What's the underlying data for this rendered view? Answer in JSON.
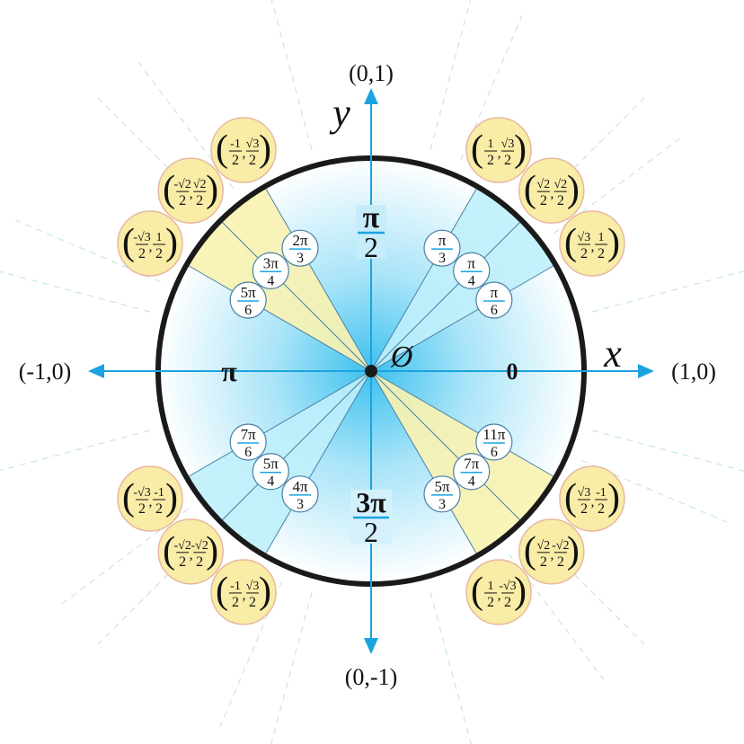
{
  "colors": {
    "axis": "#1aa3e0",
    "circle": "#1a1a1a",
    "cyan_wedge": "#bff0fb",
    "yellow_wedge": "#faf3b0",
    "coord_fill": "#f8eca6",
    "coord_stroke": "#e8b8a0",
    "angle_stroke": "#4a7fa8",
    "fraction_bar": "#1aa3e0"
  },
  "axes": {
    "x_label": "x",
    "y_label": "y",
    "pos_x_point": "(1,0)",
    "neg_x_point": "(-1,0)",
    "pos_y_point": "(0,1)",
    "neg_y_point": "(0,-1)",
    "origin_label": "Ø"
  },
  "axis_angles": {
    "zero": "0",
    "pi": "π",
    "half_pi": {
      "num": "π",
      "den": "2"
    },
    "three_half_pi": {
      "num": "3π",
      "den": "2"
    }
  },
  "wedges": [
    {
      "from_deg": 30,
      "to_deg": 60,
      "color": "cyan"
    },
    {
      "from_deg": 120,
      "to_deg": 150,
      "color": "yellow"
    },
    {
      "from_deg": 210,
      "to_deg": 240,
      "color": "cyan"
    },
    {
      "from_deg": 300,
      "to_deg": 330,
      "color": "yellow"
    }
  ],
  "angles": [
    {
      "deg": 30,
      "num": "π",
      "den": "6",
      "coord": [
        {
          "n": "√3",
          "d": "2"
        },
        {
          "n": "1",
          "d": "2"
        }
      ]
    },
    {
      "deg": 45,
      "num": "π",
      "den": "4",
      "coord": [
        {
          "n": "√2",
          "d": "2"
        },
        {
          "n": "√2",
          "d": "2"
        }
      ]
    },
    {
      "deg": 60,
      "num": "π",
      "den": "3",
      "coord": [
        {
          "n": "1",
          "d": "2"
        },
        {
          "n": "√3",
          "d": "2"
        }
      ]
    },
    {
      "deg": 120,
      "num": "2π",
      "den": "3",
      "coord": [
        {
          "n": "-1",
          "d": "2"
        },
        {
          "n": "√3",
          "d": "2"
        }
      ]
    },
    {
      "deg": 135,
      "num": "3π",
      "den": "4",
      "coord": [
        {
          "n": "-√2",
          "d": "2"
        },
        {
          "n": "√2",
          "d": "2"
        }
      ]
    },
    {
      "deg": 150,
      "num": "5π",
      "den": "6",
      "coord": [
        {
          "n": "-√3",
          "d": "2"
        },
        {
          "n": "1",
          "d": "2"
        }
      ]
    },
    {
      "deg": 210,
      "num": "7π",
      "den": "6",
      "coord": [
        {
          "n": "-√3",
          "d": "2"
        },
        {
          "n": "-1",
          "d": "2"
        }
      ]
    },
    {
      "deg": 225,
      "num": "5π",
      "den": "4",
      "coord": [
        {
          "n": "-√2",
          "d": "2"
        },
        {
          "n": "-√2",
          "d": "2"
        }
      ]
    },
    {
      "deg": 240,
      "num": "4π",
      "den": "3",
      "coord": [
        {
          "n": "-1",
          "d": "2"
        },
        {
          "n": "√3",
          "d": "2"
        }
      ]
    },
    {
      "deg": 300,
      "num": "5π",
      "den": "3",
      "coord": [
        {
          "n": "1",
          "d": "2"
        },
        {
          "n": "-√3",
          "d": "2"
        }
      ]
    },
    {
      "deg": 315,
      "num": "7π",
      "den": "4",
      "coord": [
        {
          "n": "√2",
          "d": "2"
        },
        {
          "n": "-√2",
          "d": "2"
        }
      ]
    },
    {
      "deg": 330,
      "num": "11π",
      "den": "6",
      "coord": [
        {
          "n": "√3",
          "d": "2"
        },
        {
          "n": "-1",
          "d": "2"
        }
      ]
    }
  ]
}
